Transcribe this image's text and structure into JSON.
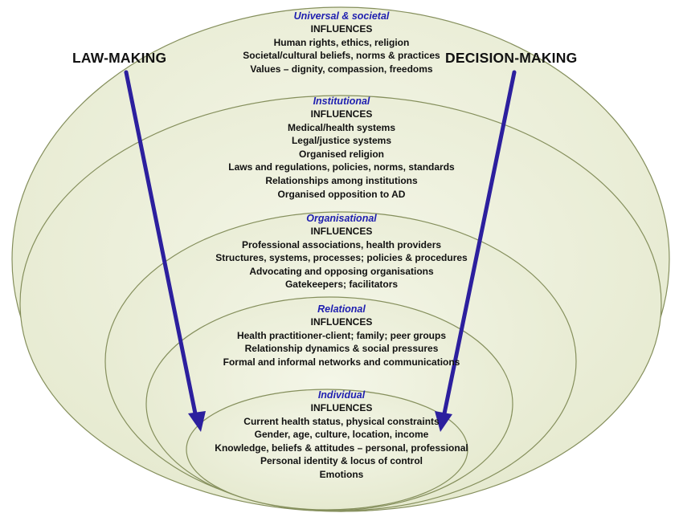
{
  "labels": {
    "left": "LAW-MAKING",
    "right": "DECISION-MAKING"
  },
  "colors": {
    "ellipse_fill": "#edf0dc",
    "ellipse_stroke": "#858f5c",
    "arrow": "#2c1f9e",
    "level_title": "#1f1fb0"
  },
  "levels": [
    {
      "title": "Universal & societal",
      "heading": "INFLUENCES",
      "items": [
        "Human rights, ethics, religion",
        "Societal/cultural beliefs, norms & practices",
        "Values – dignity, compassion, freedoms"
      ]
    },
    {
      "title": "Institutional",
      "heading": "INFLUENCES",
      "items": [
        "Medical/health systems",
        "Legal/justice systems",
        "Organised religion",
        "Laws and regulations, policies, norms, standards",
        "Relationships among institutions",
        "Organised opposition to AD"
      ]
    },
    {
      "title": "Organisational",
      "heading": "INFLUENCES",
      "items": [
        "Professional associations, health providers",
        "Structures, systems, processes; policies & procedures",
        "Advocating and opposing organisations",
        "Gatekeepers; facilitators"
      ]
    },
    {
      "title": "Relational",
      "heading": "INFLUENCES",
      "items": [
        "Health practitioner-client; family; peer groups",
        "Relationship dynamics & social pressures",
        "Formal and informal networks and communications"
      ]
    },
    {
      "title": "Individual",
      "heading": "INFLUENCES",
      "items": [
        "Current health status, physical constraints",
        "Gender, age, culture, location, income",
        "Knowledge, beliefs & attitudes – personal, professional",
        "Personal identity & locus of control",
        "Emotions"
      ]
    }
  ]
}
